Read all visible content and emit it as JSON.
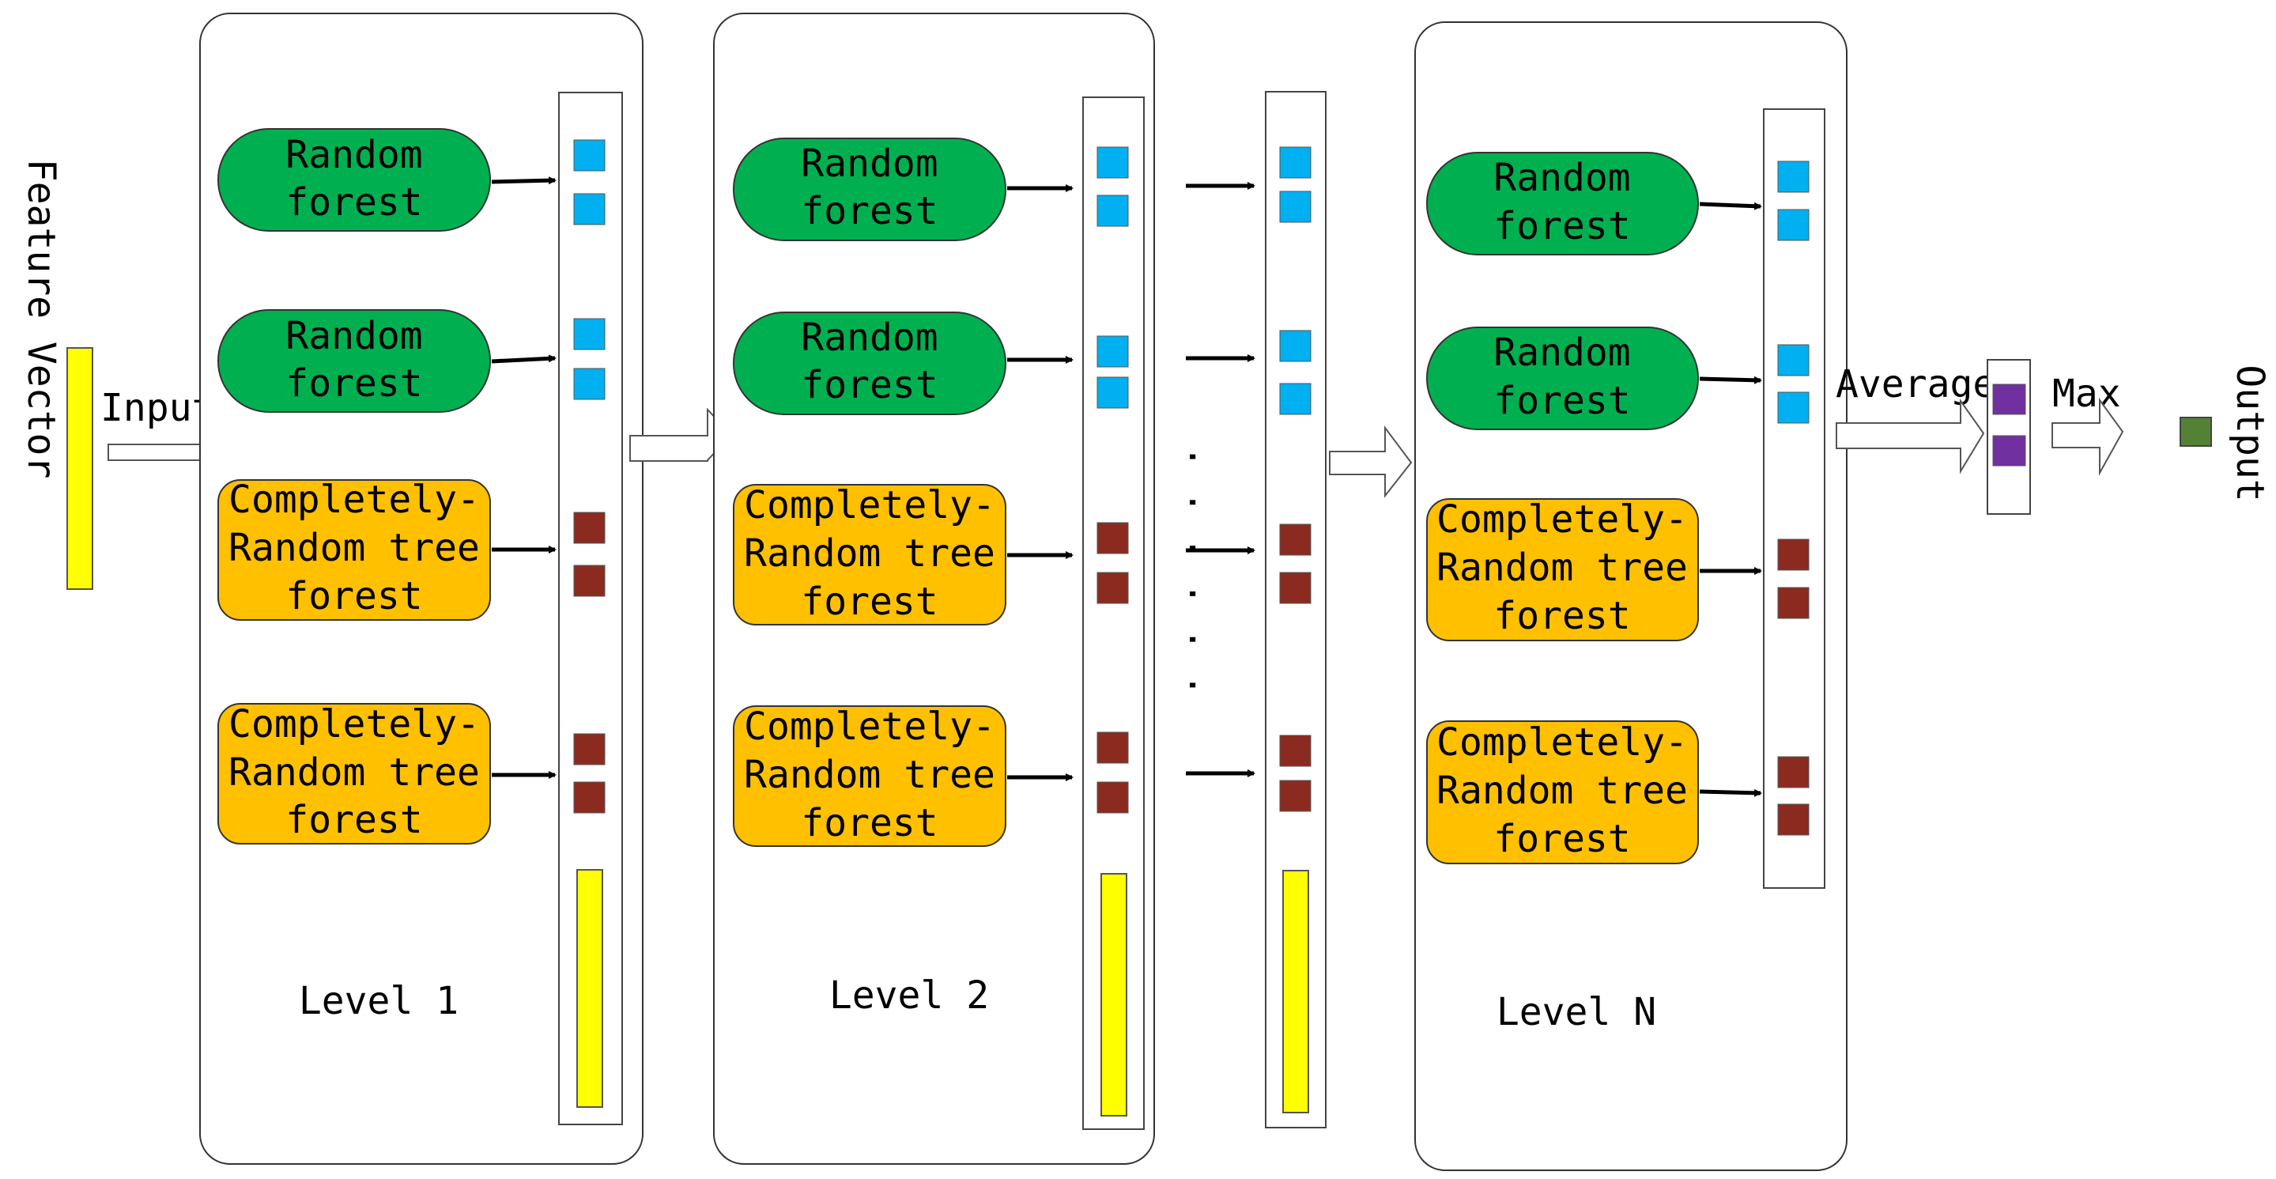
{
  "input_vector": {
    "label": "Feature Vector",
    "color": "#ffff00"
  },
  "labels": {
    "input": "Input",
    "average": "Average",
    "max": "Max",
    "output": "Output"
  },
  "levels": [
    {
      "label": "Level 1",
      "forests": [
        {
          "kind": "random",
          "lines": [
            "Random",
            "forest"
          ]
        },
        {
          "kind": "random",
          "lines": [
            "Random",
            "forest"
          ]
        },
        {
          "kind": "completely-random",
          "lines": [
            "Completely-",
            "Random tree",
            "forest"
          ]
        },
        {
          "kind": "completely-random",
          "lines": [
            "Completely-",
            "Random tree",
            "forest"
          ]
        }
      ]
    },
    {
      "label": "Level 2",
      "forests": [
        {
          "kind": "random",
          "lines": [
            "Random",
            "forest"
          ]
        },
        {
          "kind": "random",
          "lines": [
            "Random",
            "forest"
          ]
        },
        {
          "kind": "completely-random",
          "lines": [
            "Completely-",
            "Random tree",
            "forest"
          ]
        },
        {
          "kind": "completely-random",
          "lines": [
            "Completely-",
            "Random tree",
            "forest"
          ]
        }
      ]
    },
    {
      "label": "Level N",
      "forests": [
        {
          "kind": "random",
          "lines": [
            "Random",
            "forest"
          ]
        },
        {
          "kind": "random",
          "lines": [
            "Random",
            "forest"
          ]
        },
        {
          "kind": "completely-random",
          "lines": [
            "Completely-",
            "Random tree",
            "forest"
          ]
        },
        {
          "kind": "completely-random",
          "lines": [
            "Completely-",
            "Random tree",
            "forest"
          ]
        }
      ]
    }
  ],
  "ellipsis": "· · · · · ·",
  "colors": {
    "random_forest": "#00b050",
    "completely_random_forest": "#ffc000",
    "random_forest_output": "#00b0f0",
    "completely_random_output": "#8b2b20",
    "feature_vector": "#ffff00",
    "average_output": "#7030a0",
    "final_output": "#548235"
  }
}
